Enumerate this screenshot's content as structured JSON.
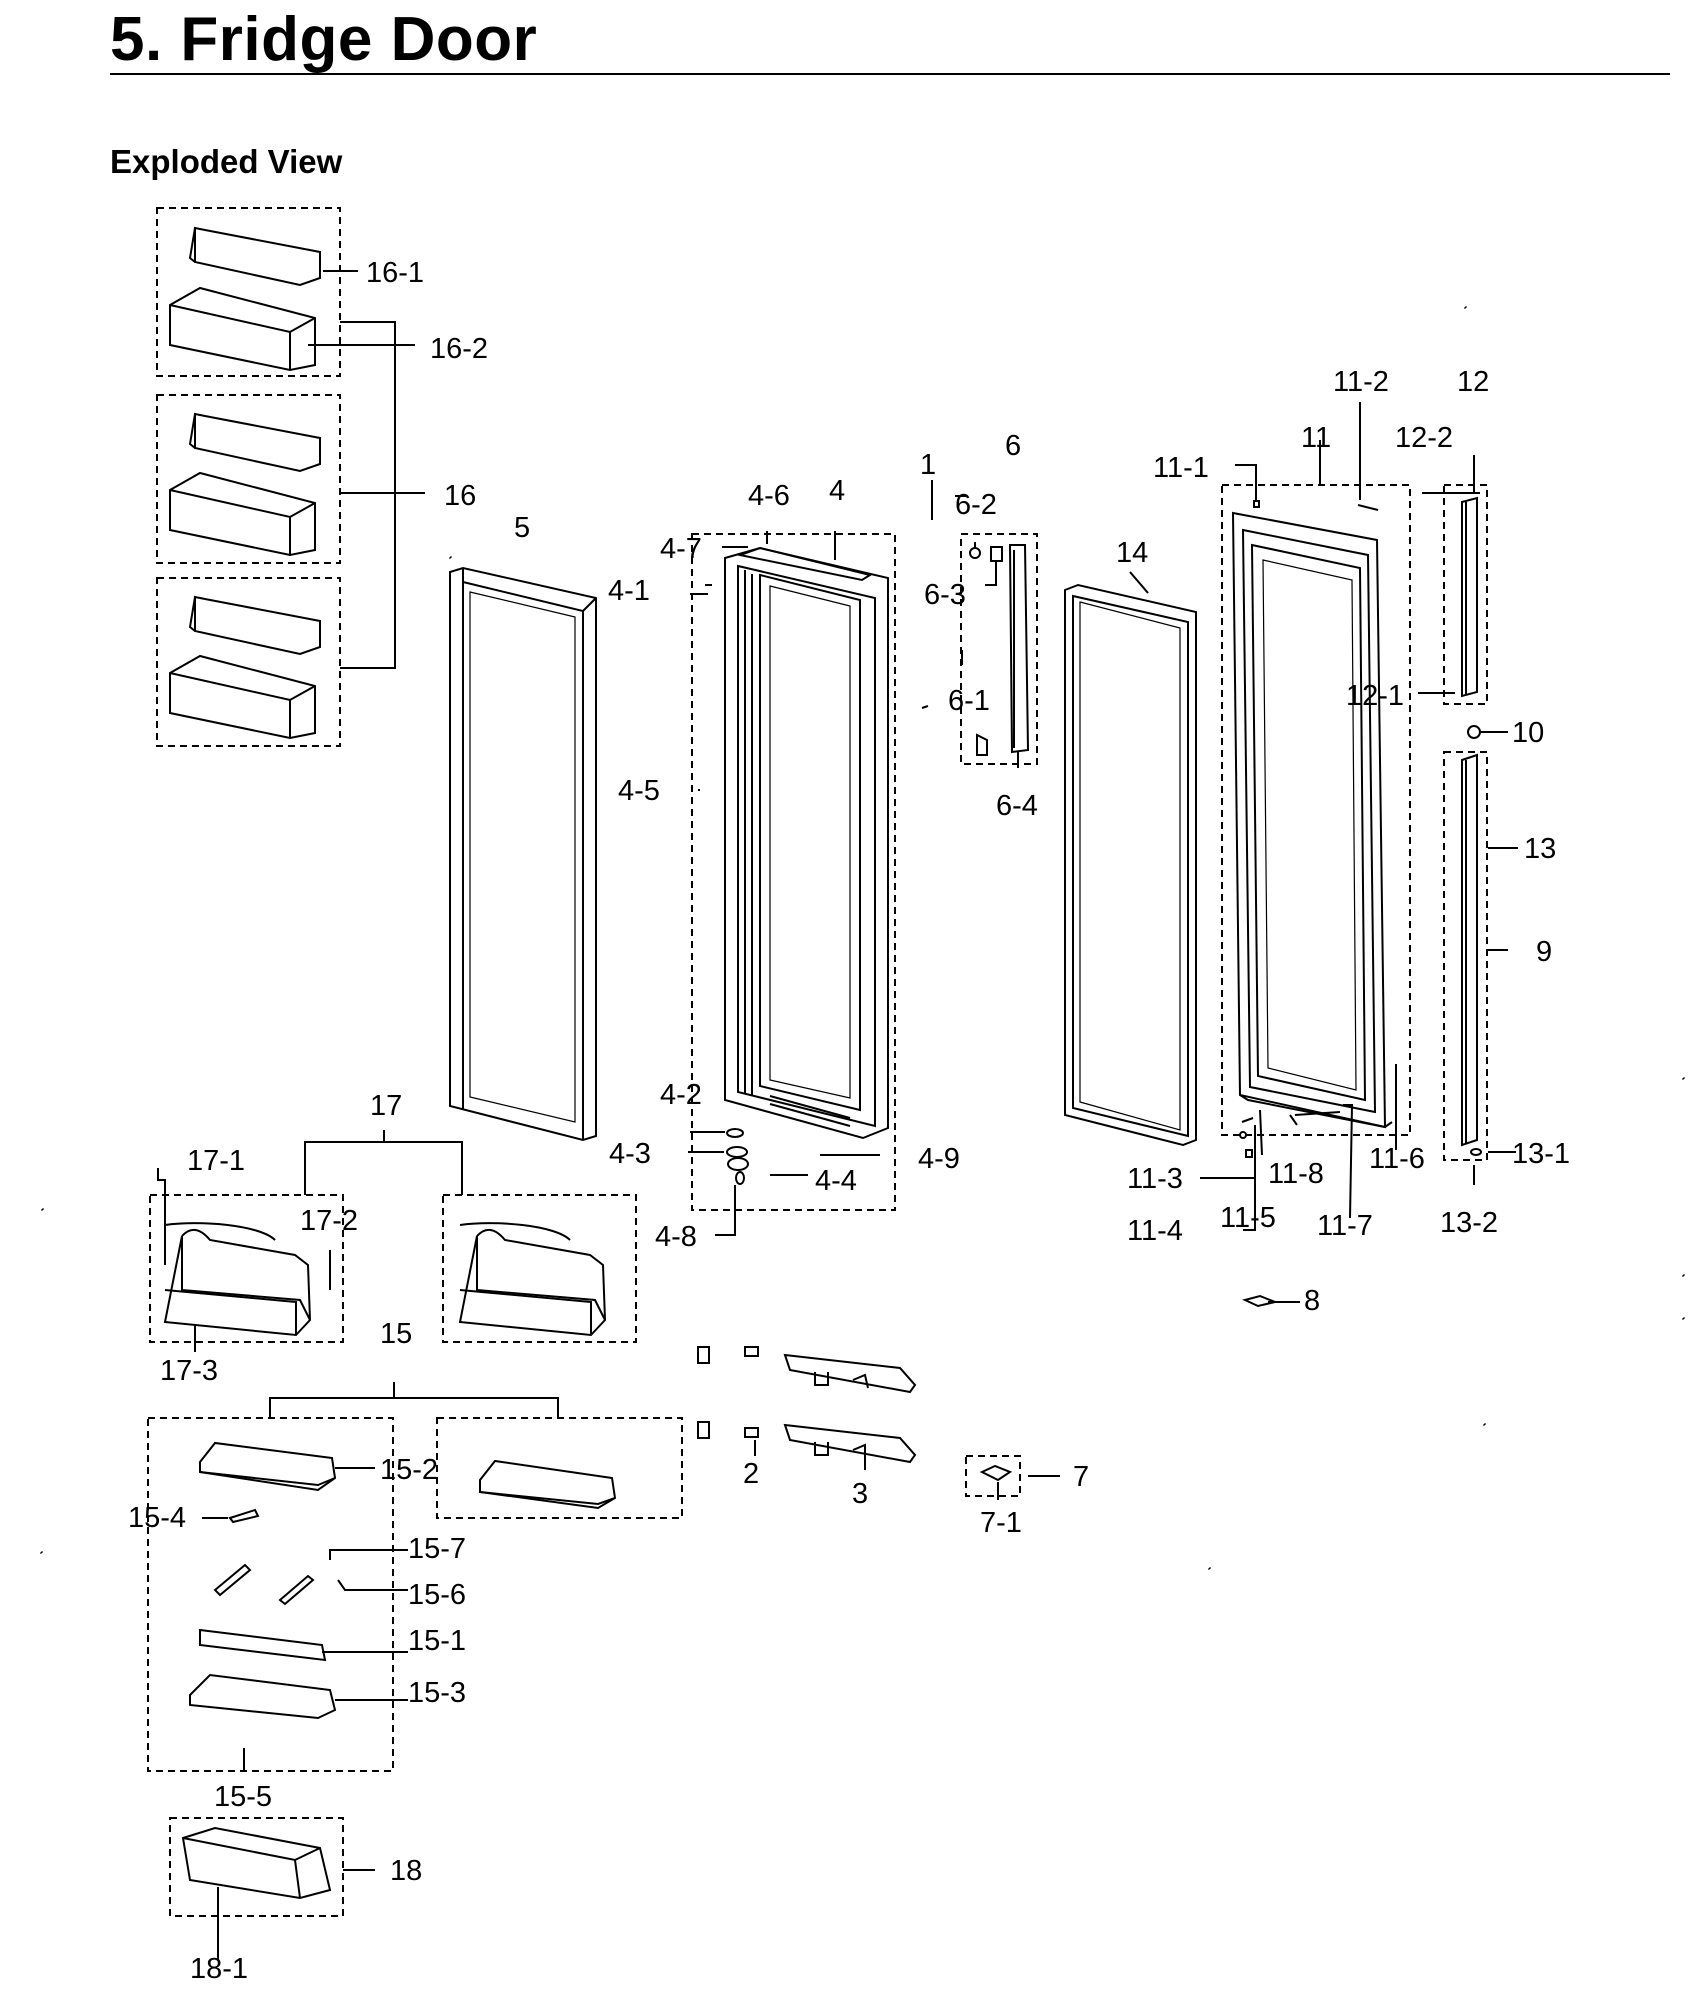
{
  "header": {
    "title": "5.  Fridge Door",
    "subtitle": "Exploded View"
  },
  "callouts": {
    "c1": "1",
    "c2": "2",
    "c3": "3",
    "c4": "4",
    "c4_1": "4-1",
    "c4_2": "4-2",
    "c4_3": "4-3",
    "c4_4": "4-4",
    "c4_5": "4-5",
    "c4_6": "4-6",
    "c4_7": "4-7",
    "c4_8": "4-8",
    "c4_9": "4-9",
    "c5": "5",
    "c6": "6",
    "c6_1": "6-1",
    "c6_2": "6-2",
    "c6_3": "6-3",
    "c6_4": "6-4",
    "c7": "7",
    "c7_1": "7-1",
    "c8": "8",
    "c9": "9",
    "c10": "10",
    "c11": "11",
    "c11_1": "11-1",
    "c11_2": "11-2",
    "c11_3": "11-3",
    "c11_4": "11-4",
    "c11_5": "11-5",
    "c11_6": "11-6",
    "c11_7": "11-7",
    "c11_8": "11-8",
    "c12": "12",
    "c12_1": "12-1",
    "c12_2": "12-2",
    "c13": "13",
    "c13_1": "13-1",
    "c13_2": "13-2",
    "c14": "14",
    "c15": "15",
    "c15_1": "15-1",
    "c15_2": "15-2",
    "c15_3": "15-3",
    "c15_4": "15-4",
    "c15_5": "15-5",
    "c15_6": "15-6",
    "c15_7": "15-7",
    "c16": "16",
    "c16_1": "16-1",
    "c16_2": "16-2",
    "c17": "17",
    "c17_1": "17-1",
    "c17_2": "17-2",
    "c17_3": "17-3",
    "c18": "18",
    "c18_1": "18-1"
  }
}
